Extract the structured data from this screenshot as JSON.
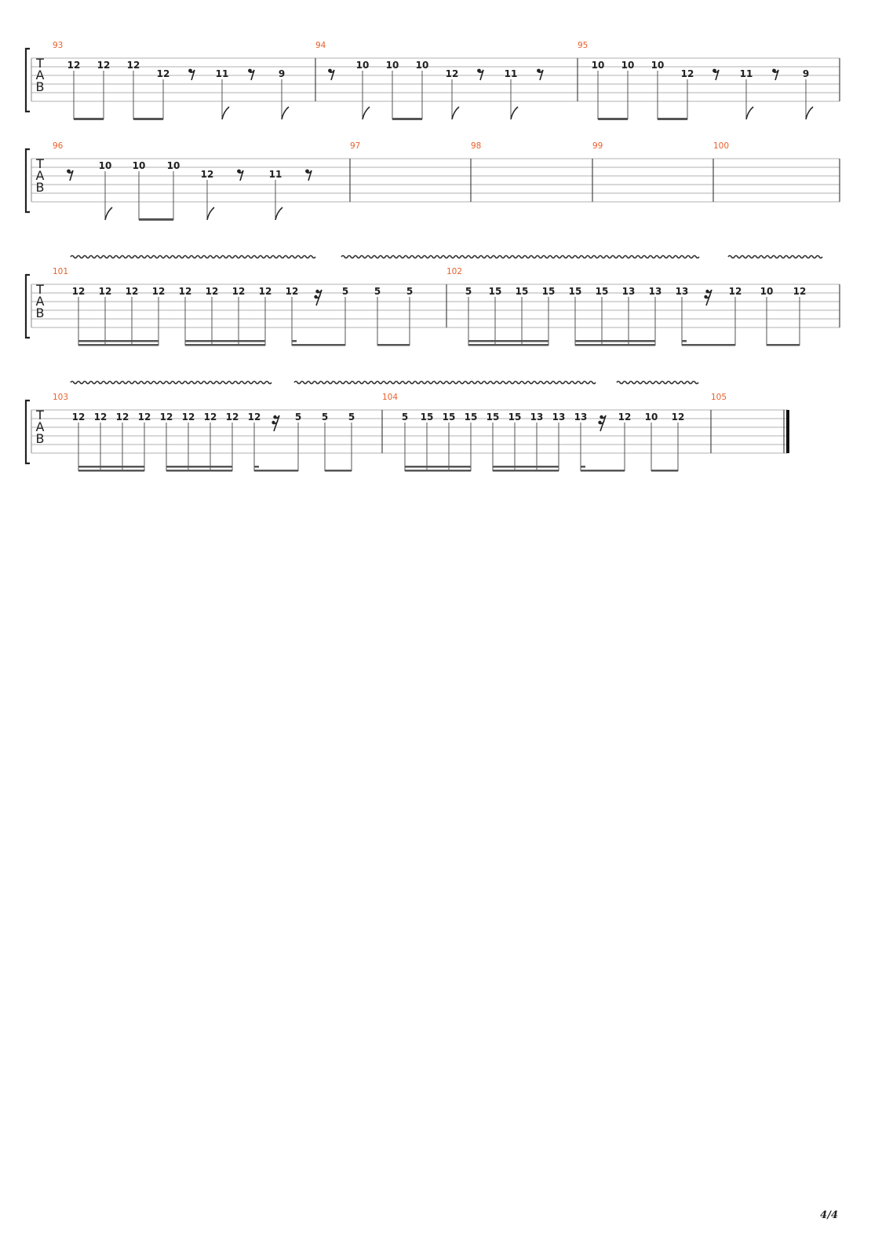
{
  "page": {
    "number": "4/4"
  },
  "colors": {
    "bar_number": "#e8602c",
    "staff_line": "#b0b0b0",
    "notation": "#222222",
    "beam": "#555555"
  },
  "tab_clef": [
    "T",
    "A",
    "B"
  ],
  "systems": [
    {
      "bars": [
        {
          "number": "93",
          "notes": [
            [
              "12",
              "n"
            ],
            [
              "12",
              "n"
            ],
            [
              "12",
              "n"
            ],
            [
              "12",
              "n"
            ],
            [
              "",
              "r"
            ],
            [
              "11",
              "n"
            ],
            [
              "",
              "r"
            ],
            [
              "9",
              "n"
            ]
          ]
        },
        {
          "number": "94",
          "notes": [
            [
              "",
              "r"
            ],
            [
              "10",
              "n"
            ],
            [
              "10",
              "n"
            ],
            [
              "10",
              "n"
            ],
            [
              "12",
              "n"
            ],
            [
              "",
              "r"
            ],
            [
              "11",
              "n"
            ],
            [
              "",
              "r"
            ]
          ]
        },
        {
          "number": "95",
          "notes": [
            [
              "10",
              "n"
            ],
            [
              "10",
              "n"
            ],
            [
              "10",
              "n"
            ],
            [
              "12",
              "n"
            ],
            [
              "",
              "r"
            ],
            [
              "11",
              "n"
            ],
            [
              "",
              "r"
            ],
            [
              "9",
              "n"
            ]
          ]
        }
      ]
    },
    {
      "bars": [
        {
          "number": "96",
          "notes": [
            [
              "",
              "r"
            ],
            [
              "10",
              "n"
            ],
            [
              "10",
              "n"
            ],
            [
              "10",
              "n"
            ],
            [
              "12",
              "n"
            ],
            [
              "",
              "r"
            ],
            [
              "11",
              "n"
            ],
            [
              "",
              "r"
            ]
          ]
        },
        {
          "number": "97",
          "notes": []
        },
        {
          "number": "98",
          "notes": []
        },
        {
          "number": "99",
          "notes": []
        },
        {
          "number": "100",
          "notes": []
        }
      ]
    },
    {
      "bars": [
        {
          "number": "101",
          "notes": [
            [
              "12",
              "n"
            ],
            [
              "12",
              "n"
            ],
            [
              "12",
              "n"
            ],
            [
              "12",
              "n"
            ],
            [
              "12",
              "n"
            ],
            [
              "12",
              "n"
            ],
            [
              "12",
              "n"
            ],
            [
              "12",
              "n"
            ],
            [
              "12",
              "n"
            ],
            [
              "",
              "r"
            ],
            [
              "5",
              "n"
            ],
            [
              "5",
              "n"
            ],
            [
              "5",
              "n"
            ]
          ]
        },
        {
          "number": "102",
          "notes": [
            [
              "5",
              "n"
            ],
            [
              "15",
              "n"
            ],
            [
              "15",
              "n"
            ],
            [
              "15",
              "n"
            ],
            [
              "15",
              "n"
            ],
            [
              "15",
              "n"
            ],
            [
              "13",
              "n"
            ],
            [
              "13",
              "n"
            ],
            [
              "13",
              "n"
            ],
            [
              "",
              "r"
            ],
            [
              "12",
              "n"
            ],
            [
              "10",
              "n"
            ],
            [
              "12",
              "n"
            ]
          ]
        }
      ]
    },
    {
      "bars": [
        {
          "number": "103",
          "notes": [
            [
              "12",
              "n"
            ],
            [
              "12",
              "n"
            ],
            [
              "12",
              "n"
            ],
            [
              "12",
              "n"
            ],
            [
              "12",
              "n"
            ],
            [
              "12",
              "n"
            ],
            [
              "12",
              "n"
            ],
            [
              "12",
              "n"
            ],
            [
              "12",
              "n"
            ],
            [
              "",
              "r"
            ],
            [
              "5",
              "n"
            ],
            [
              "5",
              "n"
            ],
            [
              "5",
              "n"
            ]
          ]
        },
        {
          "number": "104",
          "notes": [
            [
              "5",
              "n"
            ],
            [
              "15",
              "n"
            ],
            [
              "15",
              "n"
            ],
            [
              "15",
              "n"
            ],
            [
              "15",
              "n"
            ],
            [
              "15",
              "n"
            ],
            [
              "13",
              "n"
            ],
            [
              "13",
              "n"
            ],
            [
              "13",
              "n"
            ],
            [
              "",
              "r"
            ],
            [
              "12",
              "n"
            ],
            [
              "10",
              "n"
            ],
            [
              "12",
              "n"
            ]
          ]
        },
        {
          "number": "105",
          "notes": []
        }
      ]
    }
  ]
}
